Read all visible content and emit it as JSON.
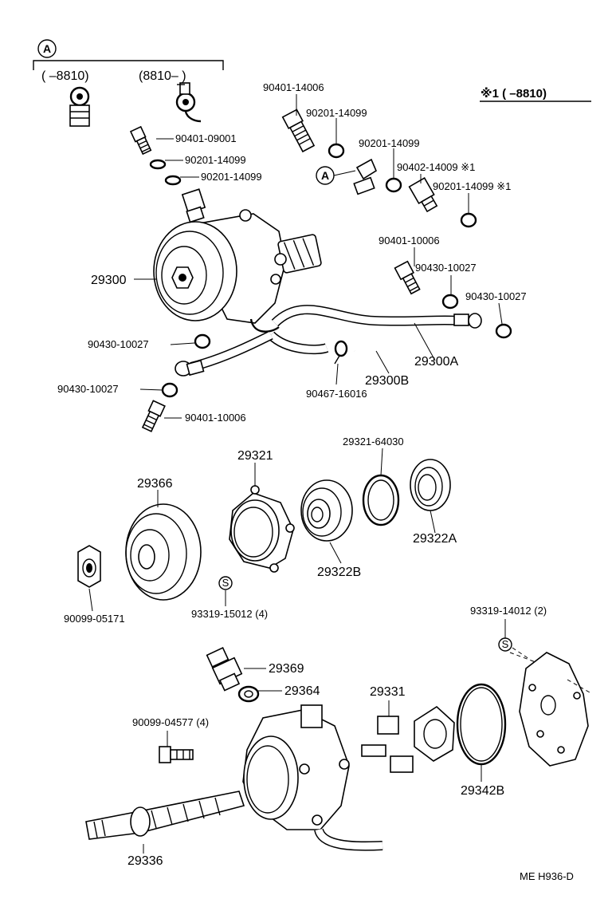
{
  "diagram": {
    "callout_marker": "A",
    "stud_marker": "S",
    "variant_box": {
      "range_left": "(      –8810)",
      "range_right": "(8810–       )"
    },
    "note_header": "※1 (      –8810)",
    "parts": {
      "p90401_14006": "90401-14006",
      "p90201_14099_a": "90201-14099",
      "p90401_09001": "90401-09001",
      "p90201_14099_b": "90201-14099",
      "p90201_14099_c": "90201-14099",
      "p90201_14099_d": "90201-14099",
      "p90402_14009": "90402-14009 ※1",
      "p90201_14099_e": "90201-14099 ※1",
      "p90401_10006_a": "90401-10006",
      "p90430_10027_a": "90430-10027",
      "p90430_10027_b": "90430-10027",
      "p29300": "29300",
      "p90430_10027_c": "90430-10027",
      "p90430_10027_d": "90430-10027",
      "p29300A": "29300A",
      "p29300B": "29300B",
      "p90467_16016": "90467-16016",
      "p90401_10006_b": "90401-10006",
      "p29321_64030": "29321-64030",
      "p29321": "29321",
      "p29366": "29366",
      "p29322A": "29322A",
      "p29322B": "29322B",
      "p90099_05171": "90099-05171",
      "p93319_15012": "93319-15012 (4)",
      "p93319_14012": "93319-14012 (2)",
      "p29369": "29369",
      "p29364": "29364",
      "p29331": "29331",
      "p90099_04577": "90099-04577 (4)",
      "p29342B": "29342B",
      "p29336": "29336"
    },
    "drawing_code": "ME H936-D"
  }
}
